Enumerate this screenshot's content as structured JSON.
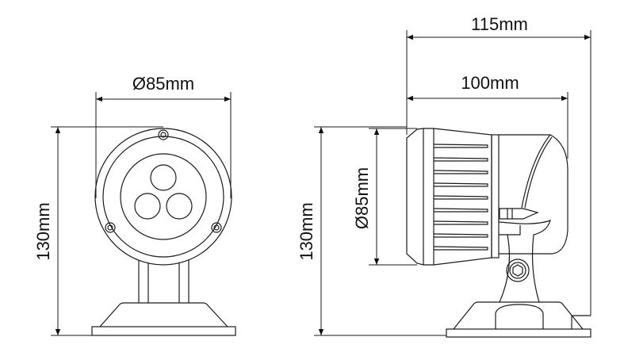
{
  "title": "Spotlight dimension drawing",
  "front_view": {
    "diameter_label": "Ø85mm",
    "height_label": "130mm"
  },
  "side_view": {
    "overall_length_label": "115mm",
    "body_length_label": "100mm",
    "height_label": "130mm",
    "diameter_label": "Ø85mm"
  },
  "colors": {
    "line": "#1a1a1a",
    "background": "#ffffff"
  }
}
